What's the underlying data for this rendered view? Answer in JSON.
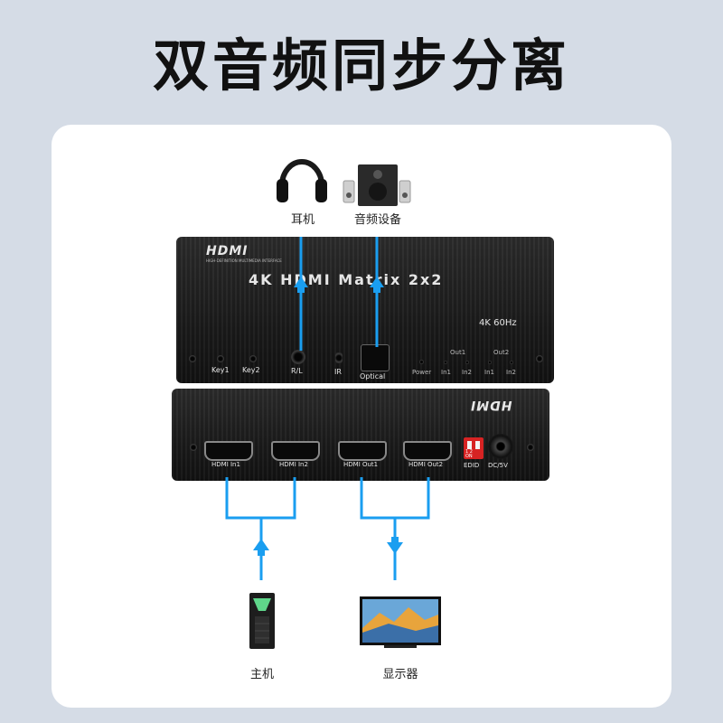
{
  "headline": "双音频同步分离",
  "devices": {
    "headphones_label": "耳机",
    "speakers_label": "音频设备",
    "pc_label": "主机",
    "tv_label": "显示器"
  },
  "matrix_top": {
    "brand": "HDMI",
    "brand_sub": "HIGH-DEFINITION MULTIMEDIA INTERFACE",
    "title": "4K HDMI Matrix 2x2",
    "spec": "4K 60Hz",
    "key1": "Key1",
    "key2": "Key2",
    "rl": "R/L",
    "ir": "IR",
    "optical": "Optical",
    "power": "Power",
    "out1": "Out1",
    "out2": "Out2",
    "in1_a": "In1",
    "in2_a": "In2",
    "in1_b": "In1",
    "in2_b": "In2"
  },
  "matrix_bottom": {
    "brand": "HDMI",
    "hdmi_in1": "HDMI In1",
    "hdmi_in2": "HDMI In2",
    "hdmi_out1": "HDMI Out1",
    "hdmi_out2": "HDMI Out2",
    "dip": "1 2\nON",
    "edid": "EDID",
    "dc": "DC/5V"
  },
  "colors": {
    "line": "#1a9ef0",
    "background": "#d5dce6",
    "card": "#ffffff",
    "device": "#1c1c1c",
    "dip": "#d72323"
  }
}
